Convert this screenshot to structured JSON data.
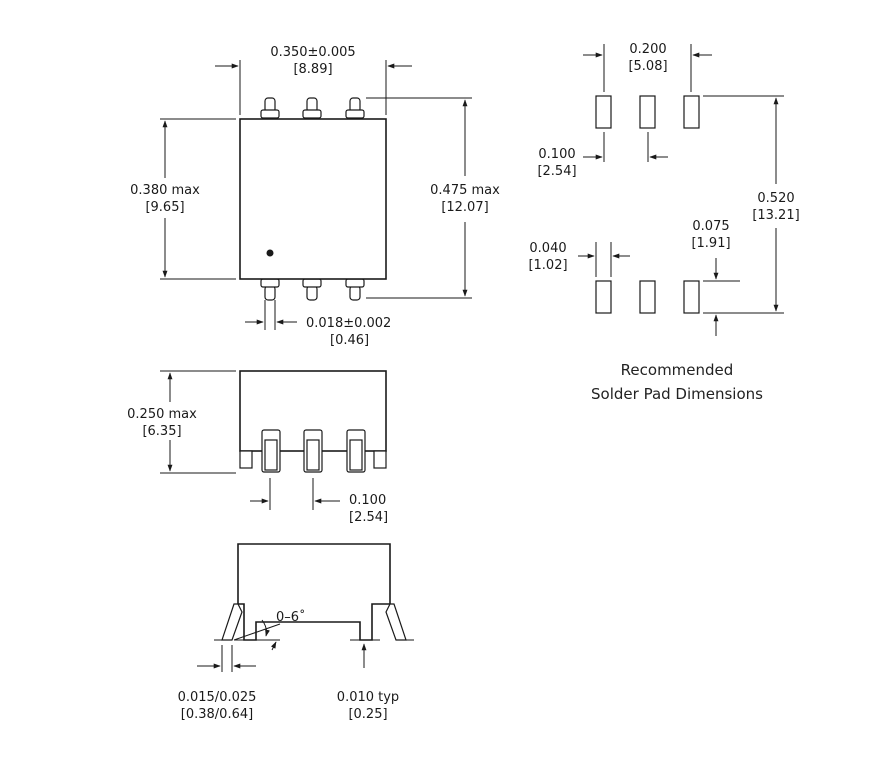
{
  "colors": {
    "line": "#1a1a1a",
    "background": "#ffffff"
  },
  "top_view": {
    "width": "0.350±0.005",
    "width_mm": "[8.89]",
    "body_height": "0.380  max",
    "body_height_mm": "[9.65]",
    "overall_height": "0.475  max",
    "overall_height_mm": "[12.07]",
    "lead_width": "0.018±0.002",
    "lead_width_mm": "[0.46]"
  },
  "side_view": {
    "height": "0.250  max",
    "height_mm": "[6.35]",
    "pitch": "0.100",
    "pitch_mm": "[2.54]"
  },
  "end_view": {
    "angle": "0–6˚",
    "foot": "0.015/0.025",
    "foot_mm": "[0.38/0.64]",
    "standoff": "0.010  typ",
    "standoff_mm": "[0.25]"
  },
  "solder_pads": {
    "pitch": "0.200",
    "pitch_mm": "[5.08]",
    "spacing": "0.100",
    "spacing_mm": "[2.54]",
    "span": "0.520",
    "span_mm": "[13.21]",
    "pad_length": "0.075",
    "pad_length_mm": "[1.91]",
    "pad_width": "0.040",
    "pad_width_mm": "[1.02]",
    "caption_line1": "Recommended",
    "caption_line2": "Solder Pad Dimensions"
  }
}
